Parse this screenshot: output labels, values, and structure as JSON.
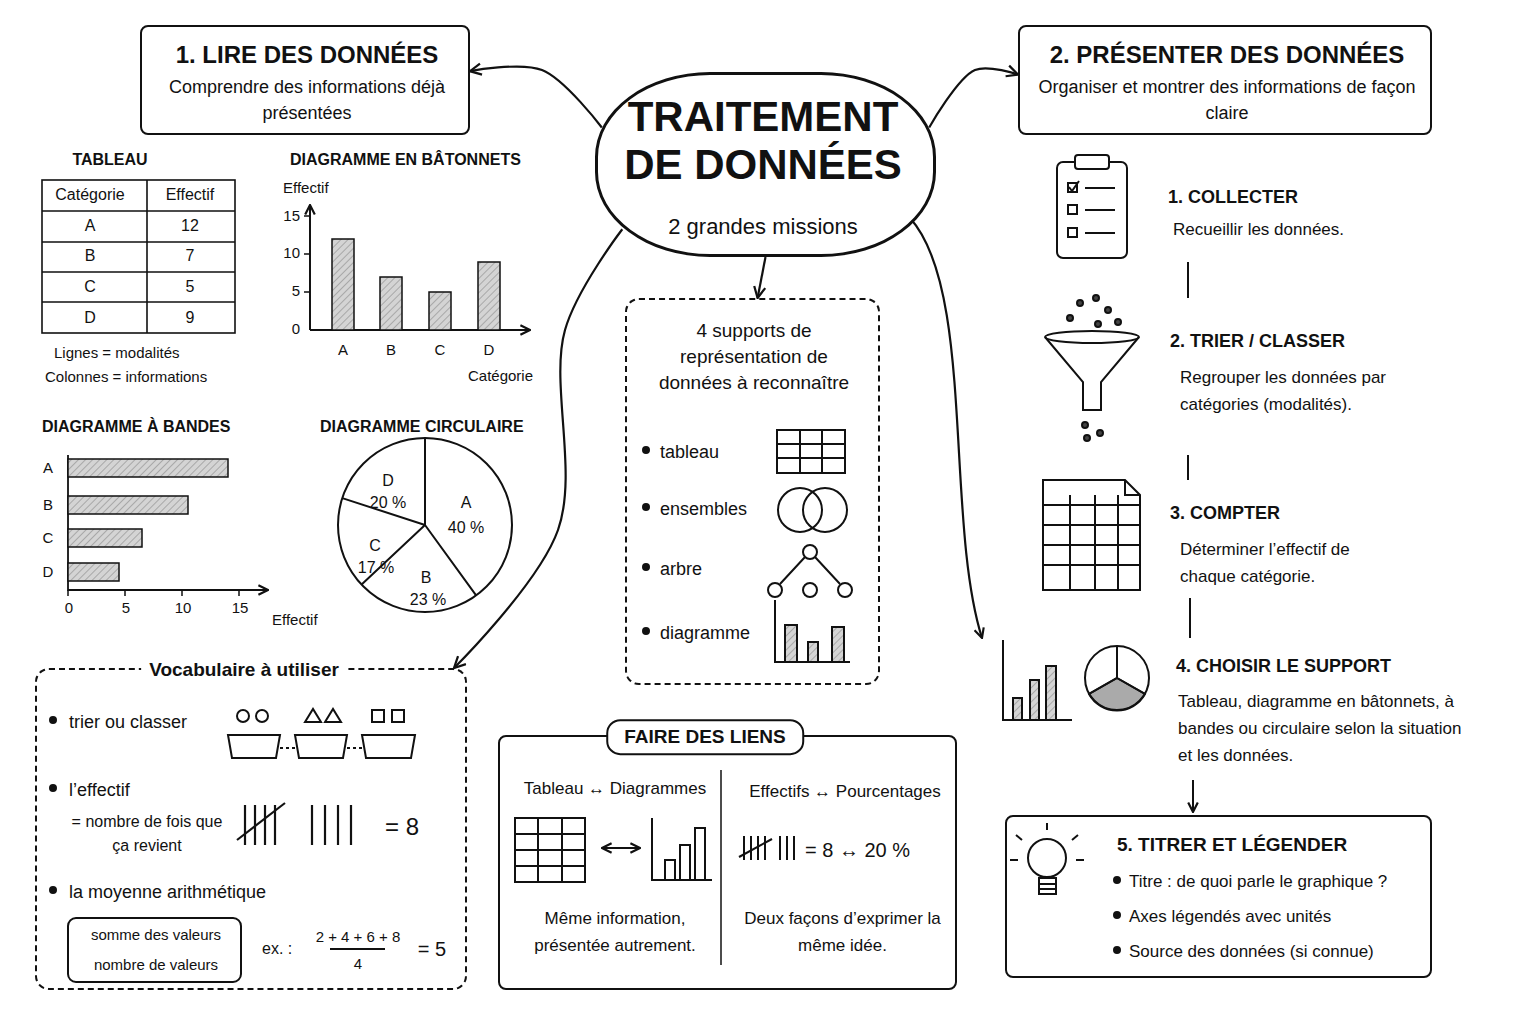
{
  "diagram": {
    "nodes": [
      {
        "text": [
          "TRAITEMENT DE DONNÉES",
          "2 grandes missions"
        ]
      },
      {
        "text": [
          "1. LIRE DES DONNÉES",
          "Comprendre des informations déjà présentées"
        ]
      },
      {
        "text": [
          "2. PRÉSENTER DES DONNÉES",
          "Organiser et montrer des informations de façon claire"
        ]
      },
      {
        "text": [
          "4 supports de représentation de données à reconnaître",
          "tableau",
          "ensembles",
          "arbre",
          "diagramme"
        ]
      },
      {
        "text": [
          "Vocabulaire à utiliser",
          "trier ou classer",
          "l’effectif",
          "= nombre de fois que ça revient",
          "= 8",
          "la moyenne arithmétique",
          "ex. :",
          "2 + 4 + 6 + 8",
          "4",
          "= 5"
        ]
      },
      {
        "text": [
          "somme des valeurs",
          "nombre de valeurs"
        ],
        "in": 4
      },
      {
        "text": [
          "FAIRE DES LIENS",
          "Tableau ↔ Diagrammes",
          "Même information, présentée autrement.",
          "Effectifs ↔ Pourcentages",
          "= 8 ↔ 20 %",
          "Deux façons d’exprimer la même idée."
        ]
      },
      {
        "text": [
          "5. TITRER ET LÉGENDER",
          "Titre : de quoi parle le graphique ?",
          "Axes légendés avec unités",
          "Source des données (si connue)"
        ]
      }
    ],
    "edges": [
      {
        "from": 0,
        "to": 1,
        "arrow": "to"
      },
      {
        "from": 0,
        "to": 2,
        "arrow": "to"
      },
      {
        "from": 0,
        "to": 3,
        "arrow": "to"
      },
      {
        "from": 0,
        "to": 4,
        "arrow": "to"
      }
    ],
    "labels": [
      "TABLEAU",
      "Catégorie",
      "Effectif",
      "A",
      "12",
      "B",
      "7",
      "C",
      "5",
      "D",
      "9",
      "Lignes = modalités",
      "Colonnes = informations",
      "DIAGRAMME EN BÂTONNETS",
      "Effectif",
      "15",
      "10",
      "5",
      "0",
      "A",
      "B",
      "C",
      "D",
      "Catégorie",
      "DIAGRAMME À BANDES",
      "A",
      "B",
      "C",
      "D",
      "0",
      "5",
      "10",
      "15",
      "Effectif",
      "DIAGRAMME CIRCULAIRE",
      "D",
      "20 %",
      "A",
      "40 %",
      "C",
      "17 %",
      "B",
      "23 %",
      "1. COLLECTER",
      "Recueillir les données.",
      "2. TRIER / CLASSER",
      "Regrouper les données par catégories (modalités).",
      "3. COMPTER",
      "Déterminer l’effectif de chaque catégorie.",
      "4. CHOISIR LE SUPPORT",
      "Tableau, diagramme en bâtonnets, à bandes ou circulaire selon la situation et les données."
    ]
  }
}
